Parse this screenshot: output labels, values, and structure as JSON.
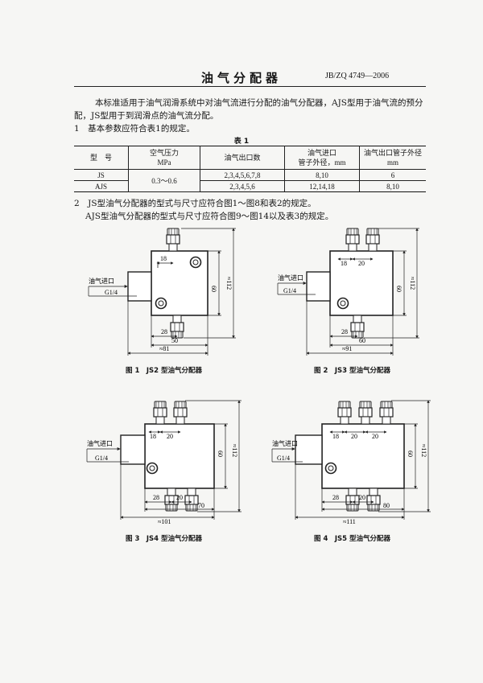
{
  "header": {
    "title": "油气分配器",
    "standard_no": "JB/ZQ 4749—2006"
  },
  "intro": {
    "line1": "本标准适用于油气润滑系统中对油气流进行分配的油气分配器，AJS型用于油气流的预分",
    "line2": "配，JS型用于到润滑点的油气流分配。"
  },
  "section1": {
    "text": "1　基本参数应符合表1的规定。"
  },
  "table1": {
    "caption": "表 1",
    "headers": {
      "model_a": "型",
      "model_b": "号",
      "pressure": "空气压力",
      "pressure_unit": "MPa",
      "outlets": "油气出口数",
      "inlet_a": "油气进口",
      "inlet_b": "管子外径，mm",
      "outlet_od_a": "油气出口管子外径",
      "outlet_od_b": "mm"
    },
    "rows": [
      {
        "model": "JS",
        "pressure": "0.3～0.6",
        "outlets": "2,3,4,5,6,7,8",
        "inlet_od": "8,10",
        "outlet_od": "6"
      },
      {
        "model": "AJS",
        "outlets": "2,3,4,5,6",
        "inlet_od": "12,14,18",
        "outlet_od": "8,10"
      }
    ]
  },
  "section2": {
    "line1": "2　JS型油气分配器的型式与尺寸应符合图1～图8和表2的规定。",
    "line2": "AJS型油气分配器的型式与尺寸应符合图9～图14以及表3的规定。"
  },
  "figures": {
    "inlet_label": "油气进口",
    "thread_label": "G1/4",
    "fig1": {
      "caption": "图 1　JS2 型油气分配器",
      "dim_top": "18",
      "dim_bottom_a": "28",
      "dim_bottom_b": "50",
      "dim_total": "≈81",
      "dim_height": "60",
      "dim_overall": "≈112"
    },
    "fig2": {
      "caption": "图 2　JS3 型油气分配器",
      "dim_top_a": "18",
      "dim_top_b": "20",
      "dim_bottom_a": "28",
      "dim_bottom_b": "60",
      "dim_total": "≈91",
      "dim_height": "60",
      "dim_overall": "≈112"
    },
    "fig3": {
      "caption": "图 3　JS4 型油气分配器",
      "dim_top_a": "18",
      "dim_top_b": "20",
      "dim_bottom_a": "28",
      "dim_bottom_b": "20",
      "dim_bottom_c": "70",
      "dim_total": "≈101",
      "dim_height": "60",
      "dim_overall": "≈112"
    },
    "fig4": {
      "caption": "图 4　JS5 型油气分配器",
      "dim_top_a": "18",
      "dim_top_b": "20",
      "dim_top_c": "20",
      "dim_bottom_a": "28",
      "dim_bottom_b": "20",
      "dim_bottom_c": "80",
      "dim_total": "≈111",
      "dim_height": "60",
      "dim_overall": "≈112"
    }
  }
}
